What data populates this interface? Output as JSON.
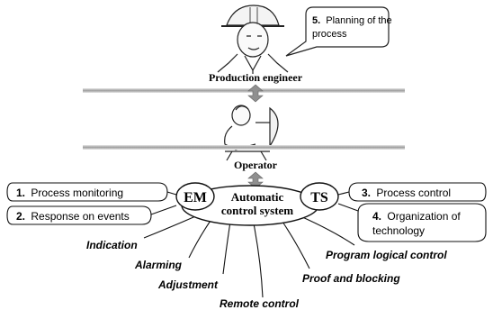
{
  "engineer": {
    "label": "Production engineer",
    "callout": {
      "number": "5.",
      "lines": [
        "Planning of the",
        "process"
      ]
    }
  },
  "operator": {
    "label": "Operator"
  },
  "system": {
    "lines": [
      "Automatic",
      "control system"
    ],
    "left_node": "EM",
    "right_node": "TS"
  },
  "boxes": {
    "b1": {
      "number": "1.",
      "text": "Process monitoring"
    },
    "b2": {
      "number": "2.",
      "text": "Response on events"
    },
    "b3": {
      "number": "3.",
      "text": "Process control"
    },
    "b4": {
      "number": "4.",
      "text": "Organization of",
      "text2": "technology"
    }
  },
  "functions": {
    "indication": "Indication",
    "alarming": "Alarming",
    "adjustment": "Adjustment",
    "remote": "Remote control",
    "proof": "Proof and blocking",
    "program": "Program logical control"
  }
}
